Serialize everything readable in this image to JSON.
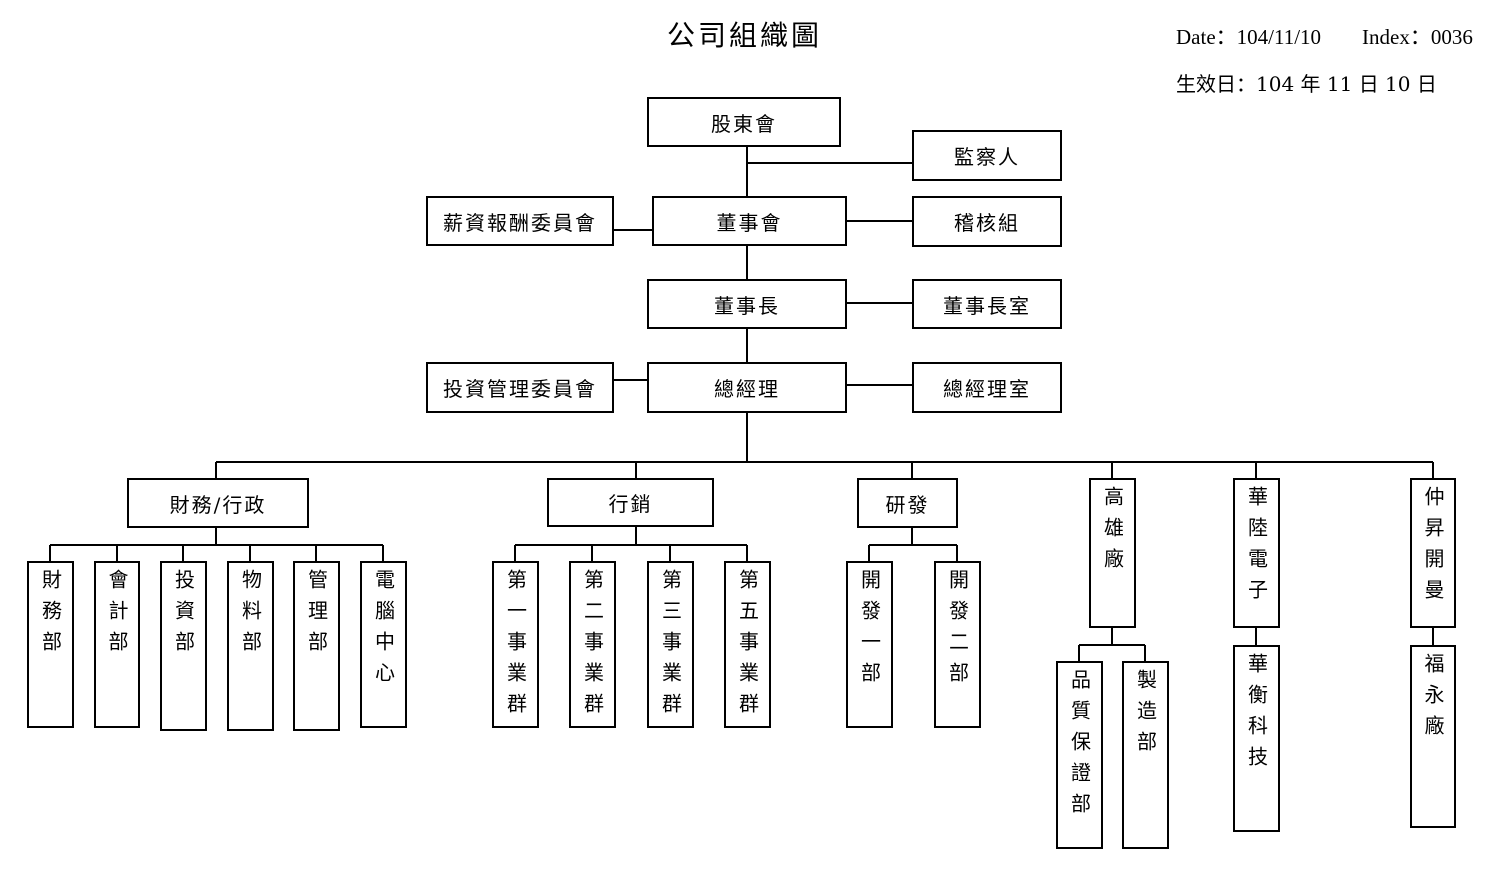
{
  "header": {
    "title": "公司組織圖",
    "date": "Date：104/11/10",
    "index": "Index：0036",
    "effective": "生效日：104 年 11 日 10 日"
  },
  "top": {
    "shareholders": "股東會",
    "supervisor": "監察人",
    "salary_committee": "薪資報酬委員會",
    "board": "董事會",
    "audit": "稽核組",
    "chairman": "董事長",
    "chairman_office": "董事長室",
    "investment_committee": "投資管理委員會",
    "gm": "總經理",
    "gm_office": "總經理室"
  },
  "divisions": {
    "finance": "財務/行政",
    "marketing": "行銷",
    "rd": "研發",
    "kaohsiung": "高雄廠",
    "hualu": "華陸電子",
    "zhongsheng": "仲昇開曼"
  },
  "departments": {
    "finance_dept": "財務部",
    "accounting": "會計部",
    "investment": "投資部",
    "materials": "物料部",
    "management": "管理部",
    "computer_center": "電腦中心",
    "bg1": "第一事業群",
    "bg2": "第二事業群",
    "bg3": "第三事業群",
    "bg5": "第五事業群",
    "dev1": "開發一部",
    "dev2": "開發二部",
    "qa": "品質保證部",
    "manufacturing": "製造部",
    "huaheng": "華衡科技",
    "fuyong": "福永廠"
  }
}
